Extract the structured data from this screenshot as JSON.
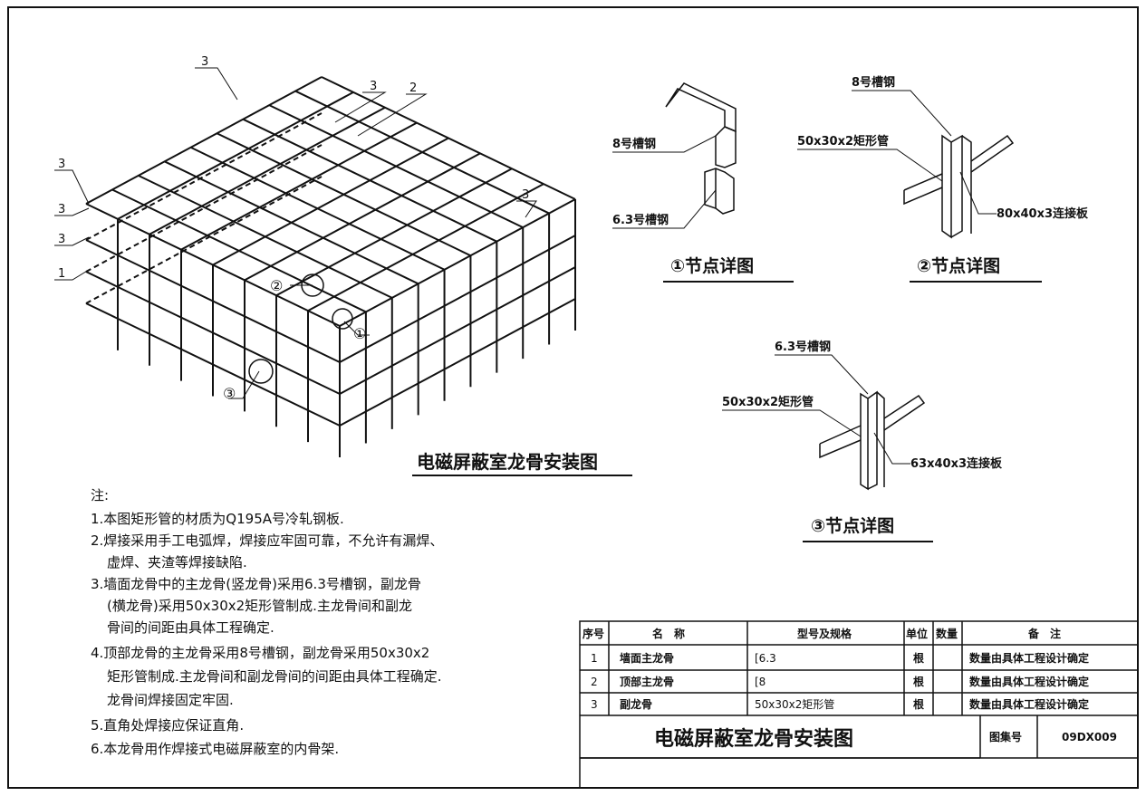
{
  "main_drawing": {
    "title": "电磁屏蔽室龙骨安装图",
    "callouts": [
      "3",
      "3",
      "2",
      "3",
      "3",
      "3",
      "1",
      "3"
    ],
    "detail_markers": [
      "②",
      "①",
      "③"
    ]
  },
  "detail1": {
    "title": "①节点详图",
    "label_top": "8号槽钢",
    "label_bottom": "6.3号槽钢"
  },
  "detail2": {
    "title": "②节点详图",
    "label_top": "8号槽钢",
    "label_left": "50x30x2矩形管",
    "label_right": "80x40x3连接板"
  },
  "detail3": {
    "title": "③节点详图",
    "label_top": "6.3号槽钢",
    "label_left": "50x30x2矩形管",
    "label_right": "63x40x3连接板"
  },
  "notes": {
    "heading": "注:",
    "lines": [
      "1.本图矩形管的材质为Q195A号冷轧钢板.",
      "2.焊接采用手工电弧焊，焊接应牢固可靠，不允许有漏焊、",
      "虚焊、夹渣等焊接缺陷.",
      "3.墙面龙骨中的主龙骨(竖龙骨)采用6.3号槽钢，副龙骨",
      "(横龙骨)采用50x30x2矩形管制成.主龙骨间和副龙",
      "骨间的间距由具体工程确定.",
      "4.顶部龙骨的主龙骨采用8号槽钢，副龙骨采用50x30x2",
      "矩形管制成.主龙骨间和副龙骨间的间距由具体工程确定.",
      "龙骨间焊接固定牢固.",
      "5.直角处焊接应保证直角.",
      "6.本龙骨用作焊接式电磁屏蔽室的内骨架."
    ]
  },
  "table": {
    "headers": [
      "序号",
      "名　称",
      "型号及规格",
      "单位",
      "数量",
      "备　注"
    ],
    "rows": [
      [
        "1",
        "墙面主龙骨",
        "[6.3",
        "根",
        "",
        "数量由具体工程设计确定"
      ],
      [
        "2",
        "顶部主龙骨",
        "[8",
        "根",
        "",
        "数量由具体工程设计确定"
      ],
      [
        "3",
        "副龙骨",
        "50x30x2矩形管",
        "根",
        "",
        "数量由具体工程设计确定"
      ]
    ]
  },
  "title_block": {
    "title": "电磁屏蔽室龙骨安装图",
    "atlas_label": "图集号",
    "atlas_number": "09DX009"
  }
}
